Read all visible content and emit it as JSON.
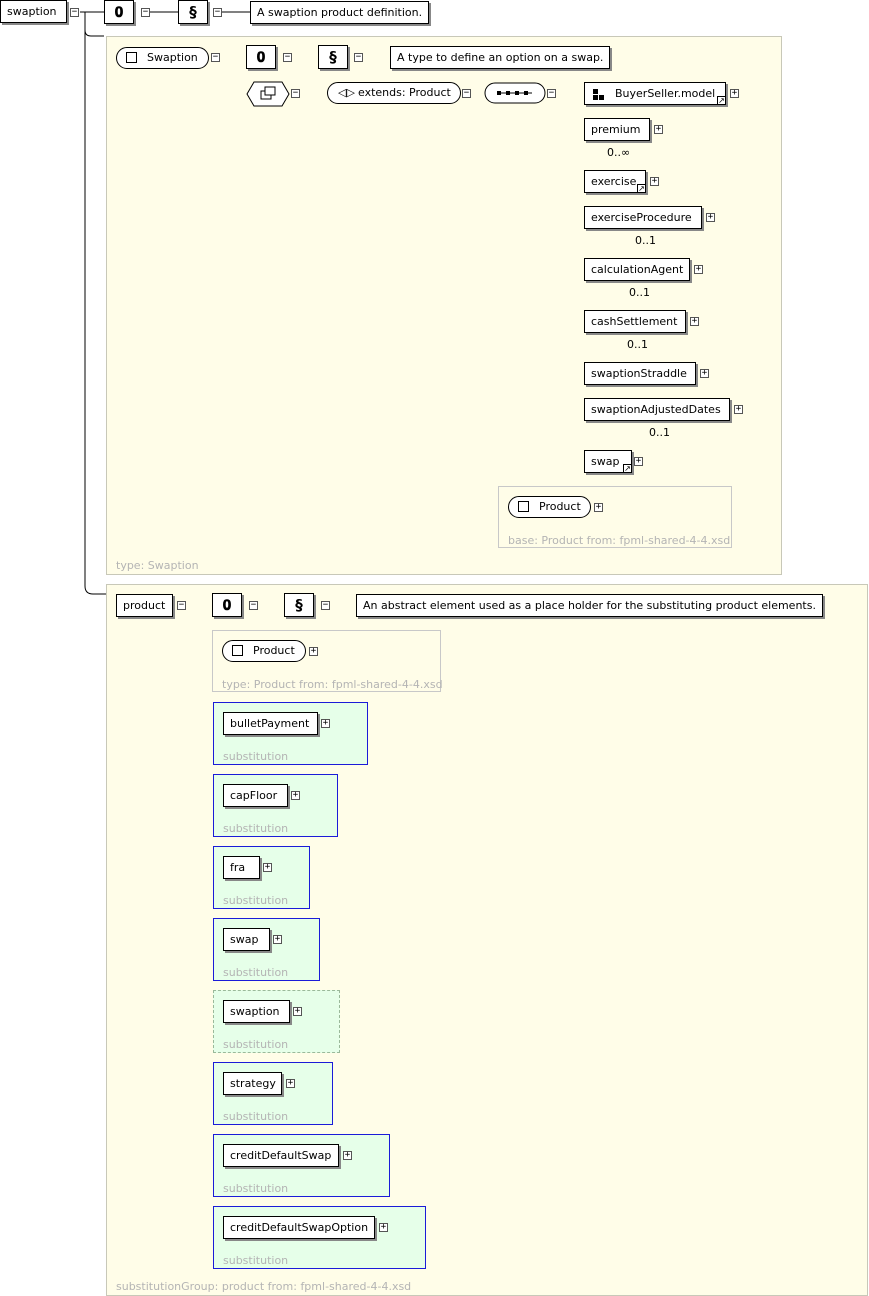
{
  "root": {
    "name": "swaption",
    "doc": "A swaption product definition."
  },
  "swaption_type": {
    "name": "Swaption",
    "doc": "A type to define an option on a swap.",
    "extends": "extends: Product",
    "caption": "type: Swaption",
    "sequence_items": [
      {
        "name": "BuyerSeller.model",
        "mult": "",
        "ref": true
      },
      {
        "name": "premium",
        "mult": "0..∞",
        "ref": false
      },
      {
        "name": "exercise",
        "mult": "",
        "ref": true
      },
      {
        "name": "exerciseProcedure",
        "mult": "0..1",
        "ref": false
      },
      {
        "name": "calculationAgent",
        "mult": "0..1",
        "ref": false
      },
      {
        "name": "cashSettlement",
        "mult": "0..1",
        "ref": false
      },
      {
        "name": "swaptionStraddle",
        "mult": "",
        "ref": false
      },
      {
        "name": "swaptionAdjustedDates",
        "mult": "0..1",
        "ref": false
      },
      {
        "name": "swap",
        "mult": "",
        "ref": true
      }
    ],
    "base": {
      "name": "Product",
      "caption": "base: Product from: fpml-shared-4-4.xsd"
    }
  },
  "product": {
    "name": "product",
    "doc": "An abstract element used as a place holder for the substituting product elements.",
    "type_box": {
      "name": "Product",
      "caption": "type: Product from: fpml-shared-4-4.xsd"
    },
    "substitutions": [
      {
        "name": "bulletPayment",
        "caption": "substitution"
      },
      {
        "name": "capFloor",
        "caption": "substitution"
      },
      {
        "name": "fra",
        "caption": "substitution"
      },
      {
        "name": "swap",
        "caption": "substitution"
      },
      {
        "name": "swaption",
        "caption": "substitution"
      },
      {
        "name": "strategy",
        "caption": "substitution"
      },
      {
        "name": "creditDefaultSwap",
        "caption": "substitution"
      },
      {
        "name": "creditDefaultSwapOption",
        "caption": "substitution"
      }
    ],
    "caption": "substitutionGroup: product from: fpml-shared-4-4.xsd"
  },
  "icons": {
    "annotation": "paperclip-icon",
    "documentation": "scroll-icon",
    "expand": "plus-icon",
    "collapse": "minus-icon",
    "sequence": "sequence-icon",
    "complex": "complex-type-icon",
    "extension": "extension-icon",
    "reference": "reference-arrow-icon"
  },
  "colors": {
    "panel_bg": "#fffde8",
    "substitution_bg": "#e6ffe9",
    "substitution_border": "#1b1bd8",
    "caption_text": "#b4b4b4"
  }
}
